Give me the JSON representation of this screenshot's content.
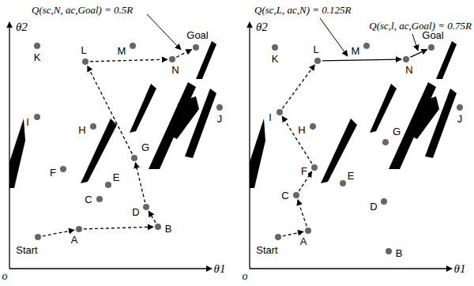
{
  "diagram": {
    "nodes": [
      {
        "text": [
          "Goal"
        ]
      },
      {
        "text": [
          "K"
        ]
      },
      {
        "text": [
          "L"
        ]
      },
      {
        "text": [
          "M"
        ]
      },
      {
        "text": [
          "N"
        ]
      },
      {
        "text": [
          "I"
        ]
      },
      {
        "text": [
          "H"
        ]
      },
      {
        "text": [
          "J"
        ]
      },
      {
        "text": [
          "G"
        ]
      },
      {
        "text": [
          "F"
        ]
      },
      {
        "text": [
          "E"
        ]
      },
      {
        "text": [
          "D"
        ]
      },
      {
        "text": [
          "C"
        ]
      },
      {
        "text": [
          "Start"
        ]
      },
      {
        "text": [
          "A"
        ]
      },
      {
        "text": [
          "B"
        ]
      },
      {
        "text": [
          "Goal"
        ]
      },
      {
        "text": [
          "K"
        ]
      },
      {
        "text": [
          "L"
        ]
      },
      {
        "text": [
          "M"
        ]
      },
      {
        "text": [
          "N"
        ]
      },
      {
        "text": [
          "I"
        ]
      },
      {
        "text": [
          "H"
        ]
      },
      {
        "text": [
          "J"
        ]
      },
      {
        "text": [
          "G"
        ]
      },
      {
        "text": [
          "F"
        ]
      },
      {
        "text": [
          "E"
        ]
      },
      {
        "text": [
          "D"
        ]
      },
      {
        "text": [
          "C"
        ]
      },
      {
        "text": [
          "Start"
        ]
      },
      {
        "text": [
          "A"
        ]
      },
      {
        "text": [
          "B"
        ]
      }
    ],
    "edges": [
      {
        "from": 13,
        "to": 14,
        "arrow": "to"
      },
      {
        "from": 14,
        "to": 15,
        "arrow": "to"
      },
      {
        "from": 15,
        "to": 11,
        "arrow": "to"
      },
      {
        "from": 11,
        "to": 8,
        "arrow": "to"
      },
      {
        "from": 8,
        "to": 2,
        "arrow": "to"
      },
      {
        "from": 2,
        "to": 4,
        "arrow": "to"
      },
      {
        "from": 4,
        "to": 0,
        "arrow": "to"
      },
      {
        "from": 29,
        "to": 30,
        "arrow": "to"
      },
      {
        "from": 30,
        "to": 28,
        "arrow": "to"
      },
      {
        "from": 28,
        "to": 25,
        "arrow": "to"
      },
      {
        "from": 25,
        "to": 21,
        "arrow": "to"
      },
      {
        "from": 21,
        "to": 18,
        "arrow": "to"
      },
      {
        "from": 18,
        "to": 20,
        "arrow": "to"
      },
      {
        "from": 20,
        "to": 16,
        "arrow": "to"
      }
    ],
    "labels": [
      "Q(sc,N, ac,Goal) = 0.5R",
      "θ2",
      "θ1",
      "o",
      "Q(sc,L, ac,N) = 0.125R",
      "Q(sc,l, ac,Goal) = 0.75R",
      "θ2",
      "θ1",
      "o"
    ]
  }
}
